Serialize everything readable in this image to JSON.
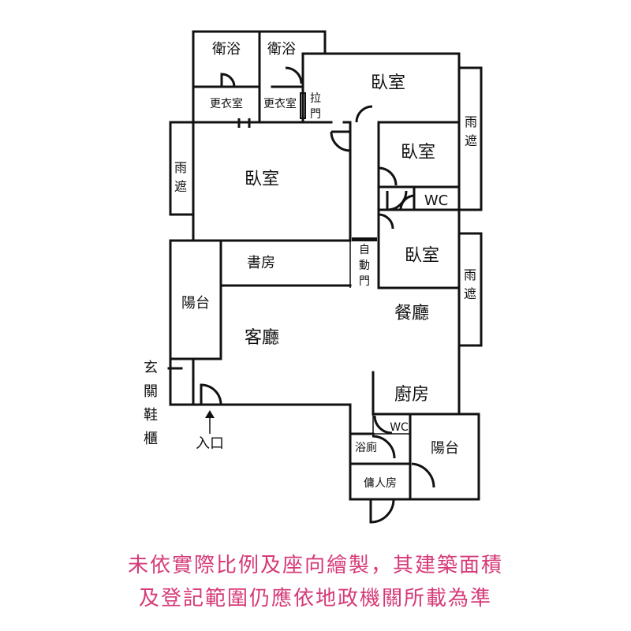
{
  "floor_plan": {
    "rooms": {
      "bath_1": "衛浴",
      "bath_2": "衛浴",
      "dressing_1": "更衣室",
      "dressing_2": "更衣室",
      "sliding_door": [
        "拉",
        "門"
      ],
      "bedroom_top": "臥室",
      "rain_shelter_right_top": [
        "雨",
        "遮"
      ],
      "bedroom_middle": "臥室",
      "wc_right": "WC",
      "rain_shelter_left": [
        "雨",
        "遮"
      ],
      "bedroom_master": "臥室",
      "study": "書房",
      "auto_door": [
        "自",
        "動",
        "門"
      ],
      "bedroom_small": "臥室",
      "rain_shelter_right_mid": [
        "雨",
        "遮"
      ],
      "balcony_left": "陽台",
      "living_room": "客廳",
      "dining_room": "餐廳",
      "shoe_cabinet": [
        "玄",
        "關",
        "鞋",
        "櫃"
      ],
      "kitchen": "廚房",
      "entrance": "入口",
      "wc_bottom": "WC",
      "bath_toilet": "浴廁",
      "balcony_right": "陽台",
      "maid_room": "傭人房"
    }
  },
  "disclaimer": {
    "line1": "未依實際比例及座向繪製，其建築面積",
    "line2": "及登記範圍仍應依地政機關所載為準"
  },
  "colors": {
    "walls": "#111111",
    "disclaimer_text": "#d63a78",
    "background": "#ffffff"
  }
}
